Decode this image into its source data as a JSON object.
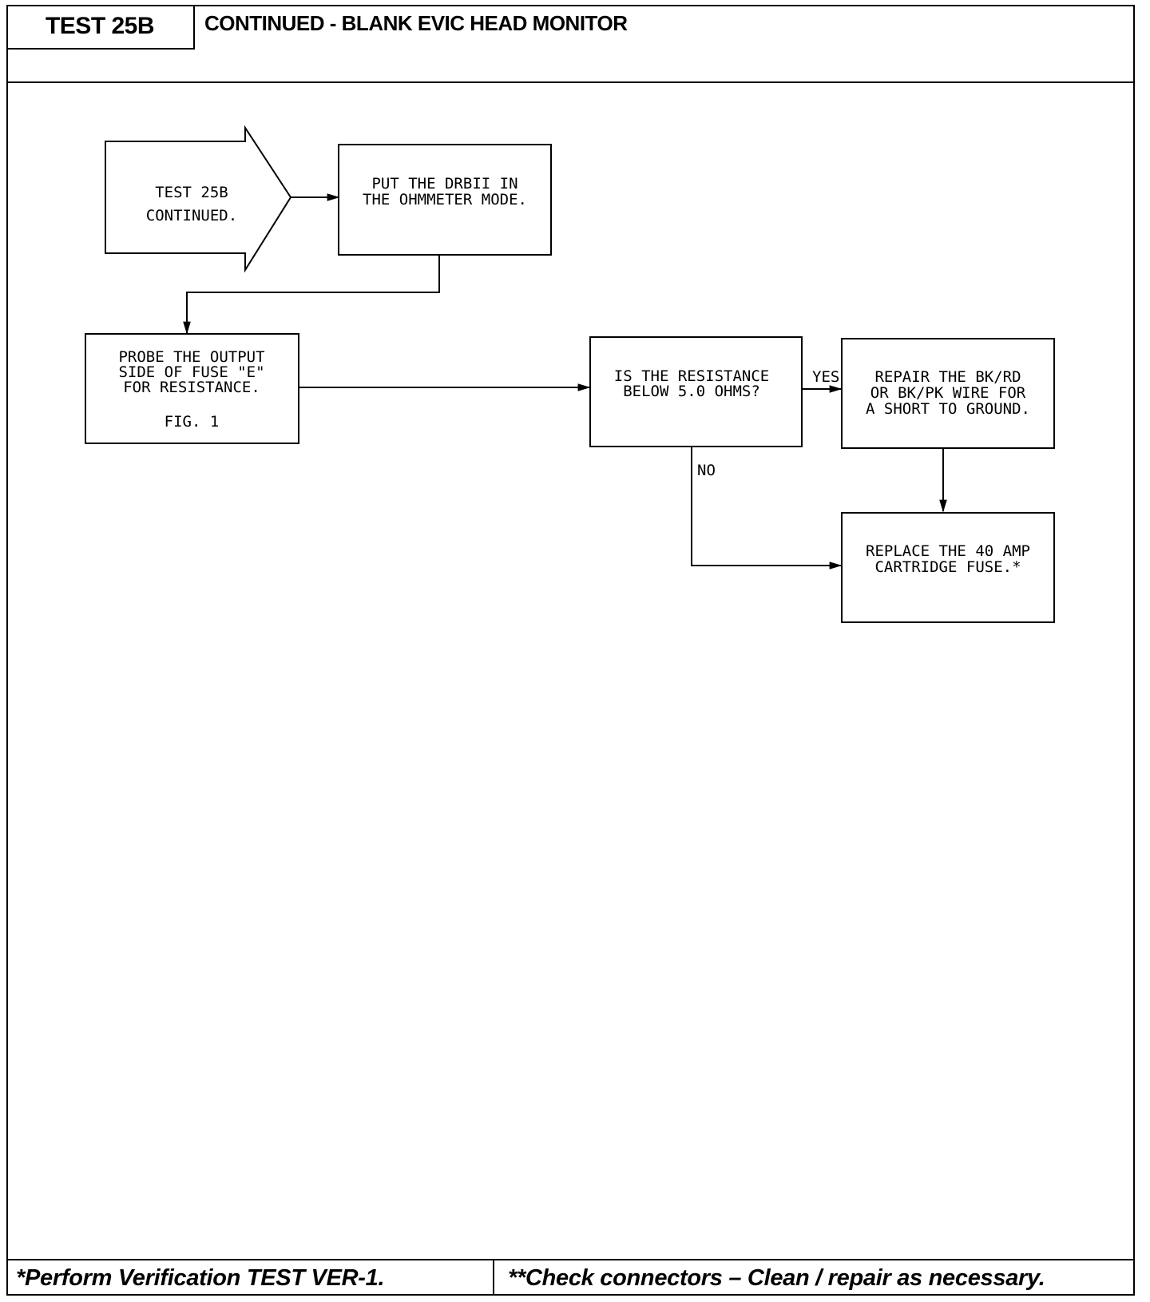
{
  "header": {
    "test_id": "TEST 25B",
    "title": "CONTINUED - BLANK EVIC HEAD MONITOR"
  },
  "flowchart": {
    "start": {
      "lines": [
        "TEST 25B",
        "CONTINUED."
      ]
    },
    "step_put_drbii": {
      "lines": [
        "PUT THE DRBII IN",
        "THE OHMMETER MODE."
      ]
    },
    "step_probe": {
      "lines": [
        "PROBE THE OUTPUT",
        "SIDE OF FUSE \"E\"",
        "FOR RESISTANCE."
      ],
      "fig": "FIG. 1"
    },
    "decision_resistance": {
      "lines": [
        "IS THE RESISTANCE",
        "BELOW 5.0 OHMS?"
      ]
    },
    "step_repair": {
      "lines": [
        "REPAIR THE BK/RD",
        "OR BK/PK WIRE FOR",
        "A SHORT TO GROUND."
      ]
    },
    "step_replace": {
      "lines": [
        "REPLACE THE 40 AMP",
        "CARTRIDGE FUSE.*"
      ]
    },
    "label_yes": "YES",
    "label_no": "NO"
  },
  "footer": {
    "left_note": "*Perform Verification TEST VER-1.",
    "right_note": "**Check connectors – Clean / repair as necessary."
  }
}
